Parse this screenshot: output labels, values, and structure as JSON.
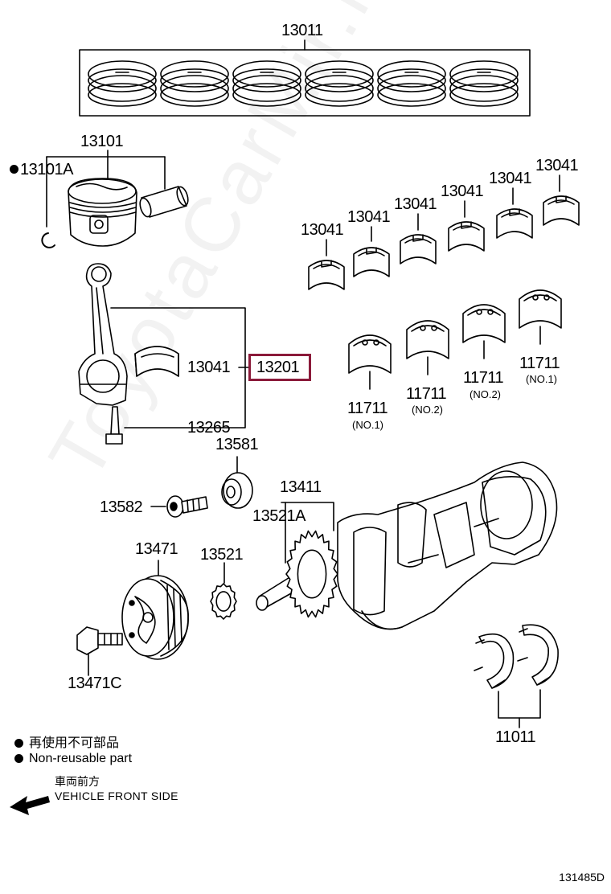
{
  "diagram_id": "131485D",
  "parts": {
    "piston_ring_set": "13011",
    "piston_sub": "13101",
    "snap_ring": "13101A",
    "connecting_rod": "13201",
    "conrod_bearing_in_rod": "13041",
    "conrod_bearing_1": "13041",
    "conrod_bearing_2": "13041",
    "conrod_bearing_3": "13041",
    "conrod_bearing_4": "13041",
    "conrod_bearing_5": "13041",
    "conrod_bearing_6": "13041",
    "conrod_bolt": "13265",
    "timing_gear_washer": "13581",
    "timing_bolt": "13582",
    "crankshaft": "13411",
    "crank_key": "13521A",
    "crank_pulley": "13471",
    "crank_sprocket": "13521",
    "pulley_bolt": "13471C",
    "main_bearing_a": "11711",
    "main_bearing_b": "11711",
    "main_bearing_c": "11711",
    "main_bearing_d": "11711",
    "thrust_washer": "11011"
  },
  "sub_labels": {
    "main_bearing_a": "(NO.1)",
    "main_bearing_b": "(NO.2)",
    "main_bearing_c": "(NO.2)",
    "main_bearing_d": "(NO.1)"
  },
  "legend": {
    "non_reusable_jp": "再使用不可部品",
    "non_reusable_en": "Non-reusable part",
    "front_jp": "車両前方",
    "front_en": "VEHICLE FRONT SIDE"
  },
  "highlight_color": "#8b1a3a",
  "watermark_text": "ToyotaCarMir.ru"
}
